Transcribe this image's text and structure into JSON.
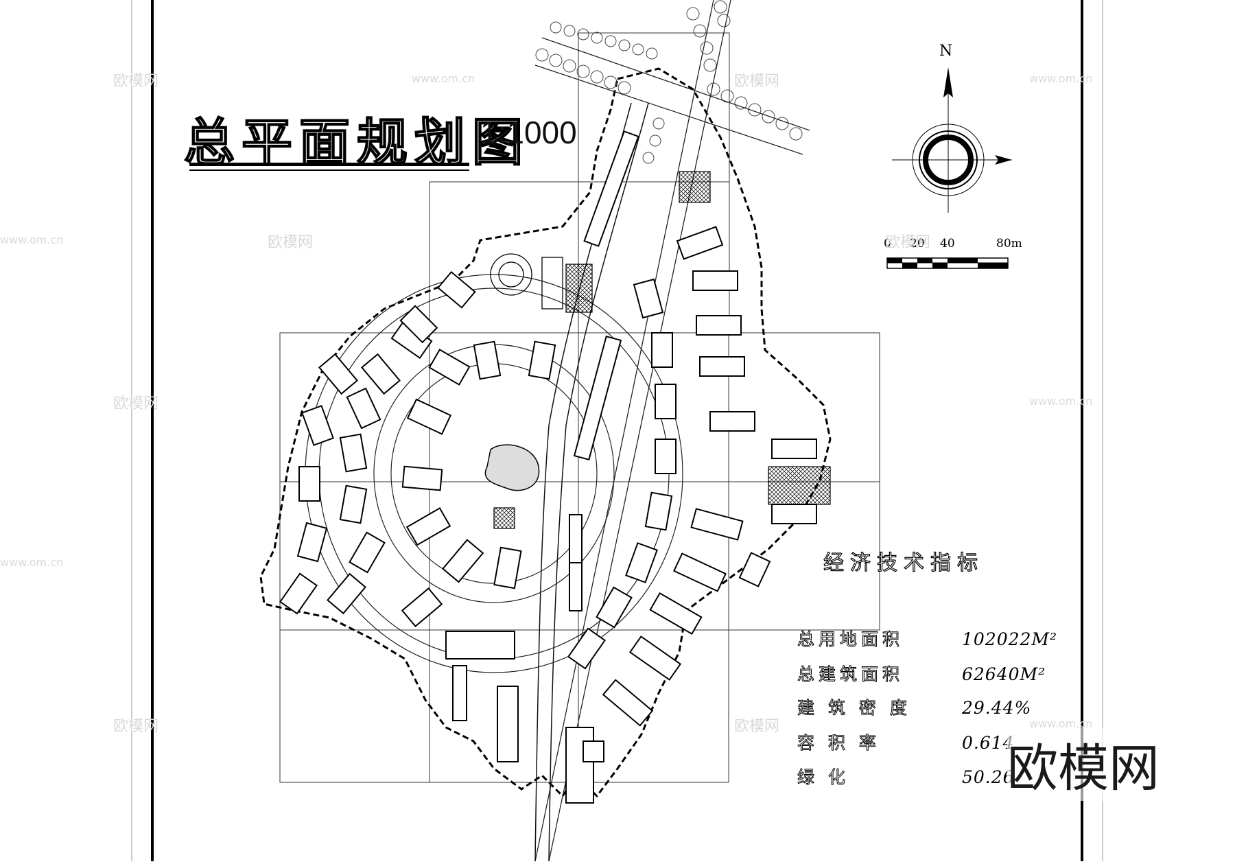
{
  "drawing": {
    "title": "总平面规划图",
    "scale_text": "1:1000",
    "north_label": "N",
    "scale_bar": {
      "ticks": [
        "0",
        "20",
        "40",
        "80m"
      ]
    }
  },
  "indicators": {
    "title": "经济技术指标",
    "rows": [
      {
        "label": "总用地面积",
        "value": "102022M²"
      },
      {
        "label": "总建筑面积",
        "value": "62640M²"
      },
      {
        "label": "建 筑 密 度",
        "value": "29.44%"
      },
      {
        "label": "容 积 率",
        "value": "0.614"
      },
      {
        "label": "绿 化",
        "value": "50.26"
      }
    ]
  },
  "watermark": {
    "small_cn": "欧模网",
    "small_url": "www.om.cn",
    "big": "欧模网"
  }
}
